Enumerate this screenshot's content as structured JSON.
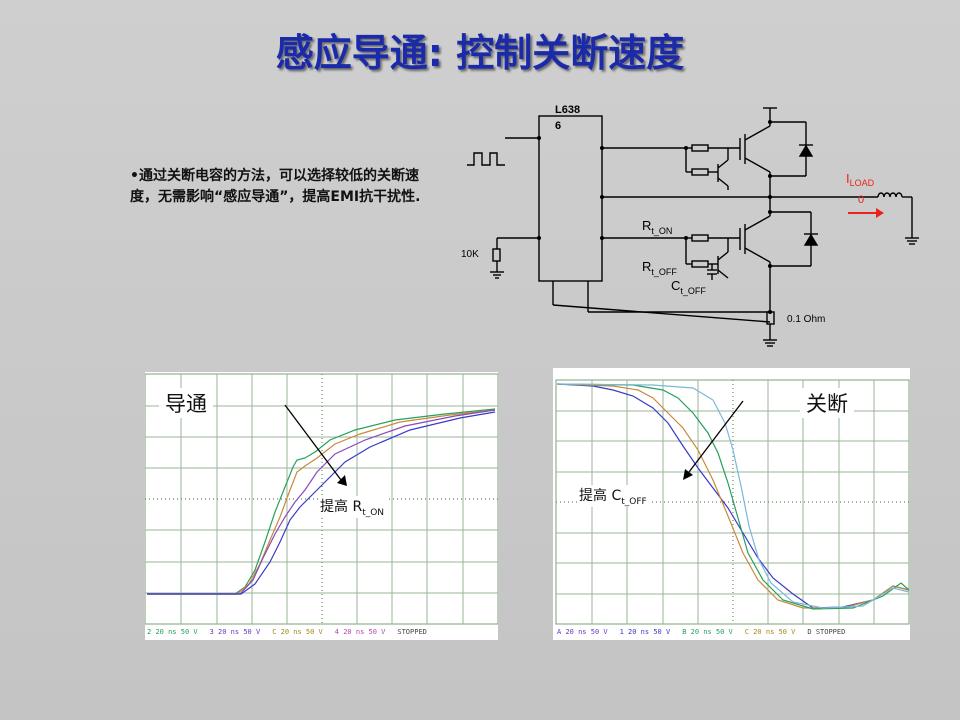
{
  "slide": {
    "title": "感应导通: 控制关断速度",
    "bullet_mark": "•",
    "bullet_text": "通过关断电容的方法，可以选择较低的关断速度，无需影响“感应导通”，提高EMI抗干扰性."
  },
  "circuit": {
    "ic_label_1": "L638",
    "ic_label_2": "6",
    "resistor_10k": "10K",
    "rton_main": "R",
    "rton_sub": "t_ON",
    "rtoff_main": "R",
    "rtoff_sub": "t_OFF",
    "ctoff_main": "C",
    "ctoff_sub": "t_OFF",
    "iload_main": "I",
    "iload_sub": "LOAD",
    "iload_zero": "0",
    "shunt_label": "0.1 Ohm",
    "colors": {
      "wire": "#000000",
      "load": "#e8231c"
    }
  },
  "scope_left": {
    "callout": "导通",
    "note_main": "提高 R",
    "note_sub": "t_ON",
    "footer": [
      {
        "ch": "2",
        "text": "20 ns 50 V",
        "color": "#26a05a"
      },
      {
        "ch": "3",
        "text": "20 ns 50 V",
        "color": "#5a3cc8"
      },
      {
        "ch": "C",
        "text": "20 ns 50 V",
        "color": "#a08a1a"
      },
      {
        "ch": "4",
        "text": "20 ns 50 V",
        "color": "#b04ab0"
      },
      {
        "ch": "",
        "text": "STOPPED",
        "color": "#444444"
      }
    ]
  },
  "scope_right": {
    "callout": "关断",
    "note_main": "提高 C",
    "note_sub": "t_OFF",
    "footer": [
      {
        "ch": "A",
        "text": "20 ns 50 V",
        "color": "#5a3cc8"
      },
      {
        "ch": "1",
        "text": "20 ns 50 V",
        "color": "#3a3ac8"
      },
      {
        "ch": "B",
        "text": "20 ns 50 V",
        "color": "#26a05a"
      },
      {
        "ch": "C",
        "text": "20 ns 50 V",
        "color": "#a08a1a"
      },
      {
        "ch": "D",
        "text": "STOPPED",
        "color": "#444444"
      }
    ]
  }
}
